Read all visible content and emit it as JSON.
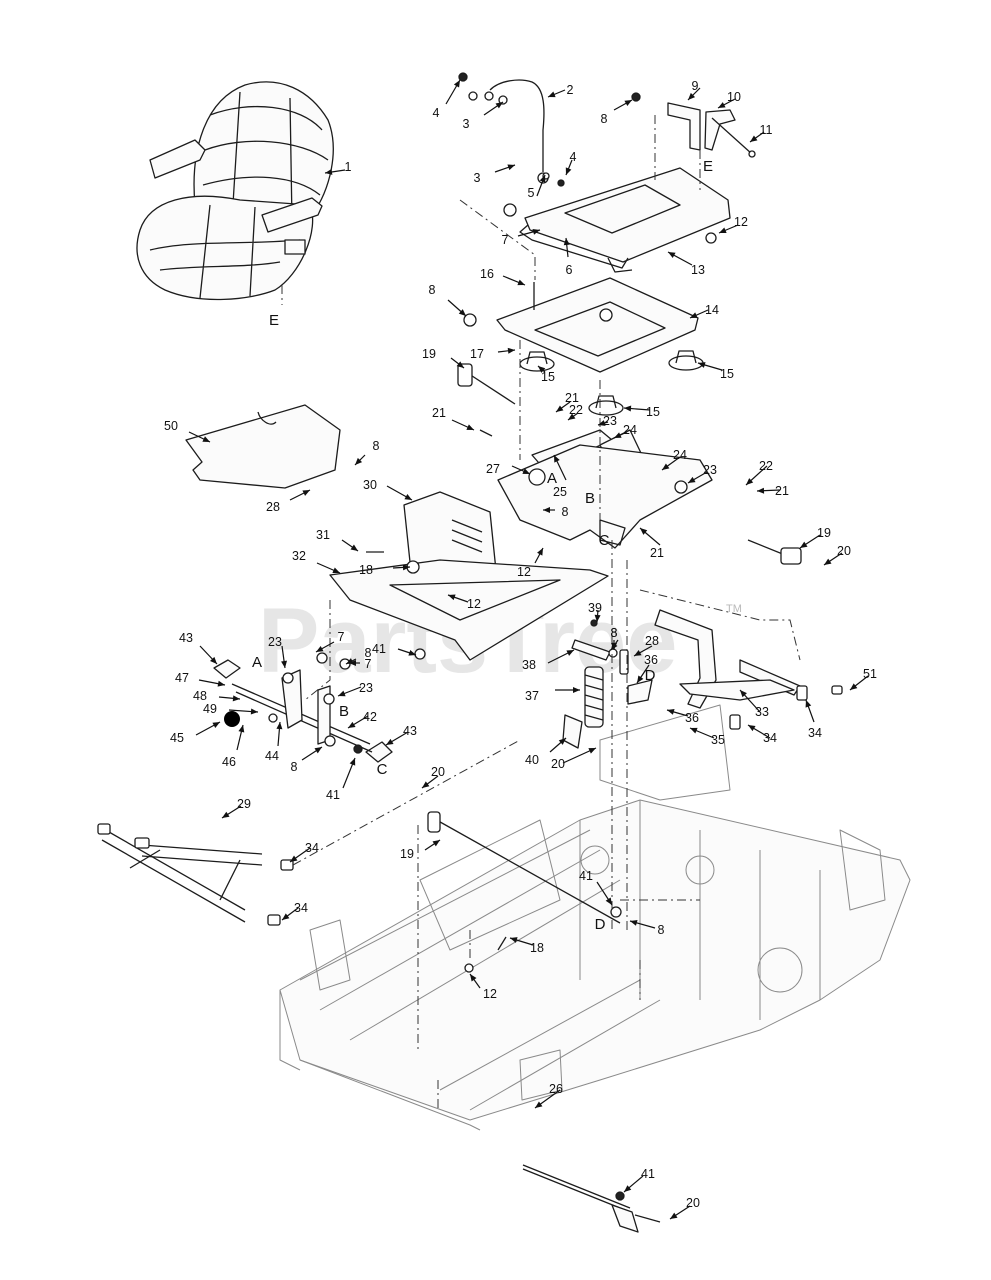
{
  "diagram": {
    "watermark": "PartsTree",
    "watermark_mark": "TM",
    "colors": {
      "line": "#1c1c1c",
      "frame": "#8a8a8a",
      "watermark": "#b9b9b9",
      "ball": "#000000"
    },
    "callouts": [
      {
        "id": "c1",
        "label": "1"
      },
      {
        "id": "c2",
        "label": "2"
      },
      {
        "id": "c3a",
        "label": "3"
      },
      {
        "id": "c3b",
        "label": "3"
      },
      {
        "id": "c4a",
        "label": "4"
      },
      {
        "id": "c4b",
        "label": "4"
      },
      {
        "id": "c5",
        "label": "5"
      },
      {
        "id": "c6",
        "label": "6"
      },
      {
        "id": "c7a",
        "label": "7"
      },
      {
        "id": "c7b",
        "label": "7"
      },
      {
        "id": "c7c",
        "label": "7"
      },
      {
        "id": "c8a",
        "label": "8"
      },
      {
        "id": "c8b",
        "label": "8"
      },
      {
        "id": "c8c",
        "label": "8"
      },
      {
        "id": "c8d",
        "label": "8"
      },
      {
        "id": "c8e",
        "label": "8"
      },
      {
        "id": "c8f",
        "label": "8"
      },
      {
        "id": "c8g",
        "label": "8"
      },
      {
        "id": "c8h",
        "label": "8"
      },
      {
        "id": "c8i",
        "label": "8"
      },
      {
        "id": "c9",
        "label": "9"
      },
      {
        "id": "c10",
        "label": "10"
      },
      {
        "id": "c11",
        "label": "11"
      },
      {
        "id": "c12a",
        "label": "12"
      },
      {
        "id": "c12b",
        "label": "12"
      },
      {
        "id": "c12c",
        "label": "12"
      },
      {
        "id": "c12d",
        "label": "12"
      },
      {
        "id": "c13",
        "label": "13"
      },
      {
        "id": "c14",
        "label": "14"
      },
      {
        "id": "c15a",
        "label": "15"
      },
      {
        "id": "c15b",
        "label": "15"
      },
      {
        "id": "c15c",
        "label": "15"
      },
      {
        "id": "c16",
        "label": "16"
      },
      {
        "id": "c17",
        "label": "17"
      },
      {
        "id": "c18a",
        "label": "18"
      },
      {
        "id": "c18b",
        "label": "18"
      },
      {
        "id": "c19a",
        "label": "19"
      },
      {
        "id": "c19b",
        "label": "19"
      },
      {
        "id": "c19c",
        "label": "19"
      },
      {
        "id": "c20a",
        "label": "20"
      },
      {
        "id": "c20b",
        "label": "20"
      },
      {
        "id": "c20c",
        "label": "20"
      },
      {
        "id": "c20d",
        "label": "20"
      },
      {
        "id": "c21a",
        "label": "21"
      },
      {
        "id": "c21b",
        "label": "21"
      },
      {
        "id": "c21c",
        "label": "21"
      },
      {
        "id": "c21d",
        "label": "21"
      },
      {
        "id": "c22a",
        "label": "22"
      },
      {
        "id": "c22b",
        "label": "22"
      },
      {
        "id": "c23a",
        "label": "23"
      },
      {
        "id": "c23b",
        "label": "23"
      },
      {
        "id": "c23c",
        "label": "23"
      },
      {
        "id": "c23d",
        "label": "23"
      },
      {
        "id": "c24a",
        "label": "24"
      },
      {
        "id": "c24b",
        "label": "24"
      },
      {
        "id": "c25",
        "label": "25"
      },
      {
        "id": "c26",
        "label": "26"
      },
      {
        "id": "c27",
        "label": "27"
      },
      {
        "id": "c28a",
        "label": "28"
      },
      {
        "id": "c28b",
        "label": "28"
      },
      {
        "id": "c29",
        "label": "29"
      },
      {
        "id": "c30",
        "label": "30"
      },
      {
        "id": "c31",
        "label": "31"
      },
      {
        "id": "c32",
        "label": "32"
      },
      {
        "id": "c33",
        "label": "33"
      },
      {
        "id": "c34a",
        "label": "34"
      },
      {
        "id": "c34b",
        "label": "34"
      },
      {
        "id": "c34c",
        "label": "34"
      },
      {
        "id": "c34d",
        "label": "34"
      },
      {
        "id": "c35",
        "label": "35"
      },
      {
        "id": "c36a",
        "label": "36"
      },
      {
        "id": "c36b",
        "label": "36"
      },
      {
        "id": "c37",
        "label": "37"
      },
      {
        "id": "c38",
        "label": "38"
      },
      {
        "id": "c39",
        "label": "39"
      },
      {
        "id": "c40",
        "label": "40"
      },
      {
        "id": "c41a",
        "label": "41"
      },
      {
        "id": "c41b",
        "label": "41"
      },
      {
        "id": "c41c",
        "label": "41"
      },
      {
        "id": "c41d",
        "label": "41"
      },
      {
        "id": "c42",
        "label": "42"
      },
      {
        "id": "c43a",
        "label": "43"
      },
      {
        "id": "c43b",
        "label": "43"
      },
      {
        "id": "c44",
        "label": "44"
      },
      {
        "id": "c45",
        "label": "45"
      },
      {
        "id": "c46",
        "label": "46"
      },
      {
        "id": "c47",
        "label": "47"
      },
      {
        "id": "c48",
        "label": "48"
      },
      {
        "id": "c49",
        "label": "49"
      },
      {
        "id": "c50",
        "label": "50"
      },
      {
        "id": "c51",
        "label": "51"
      }
    ],
    "letters": [
      {
        "id": "lE1",
        "label": "E"
      },
      {
        "id": "lE2",
        "label": "E"
      },
      {
        "id": "lA1",
        "label": "A"
      },
      {
        "id": "lA2",
        "label": "A"
      },
      {
        "id": "lB1",
        "label": "B"
      },
      {
        "id": "lB2",
        "label": "B"
      },
      {
        "id": "lC1",
        "label": "C"
      },
      {
        "id": "lC2",
        "label": "C"
      },
      {
        "id": "lD1",
        "label": "D"
      },
      {
        "id": "lD2",
        "label": "D"
      }
    ]
  }
}
